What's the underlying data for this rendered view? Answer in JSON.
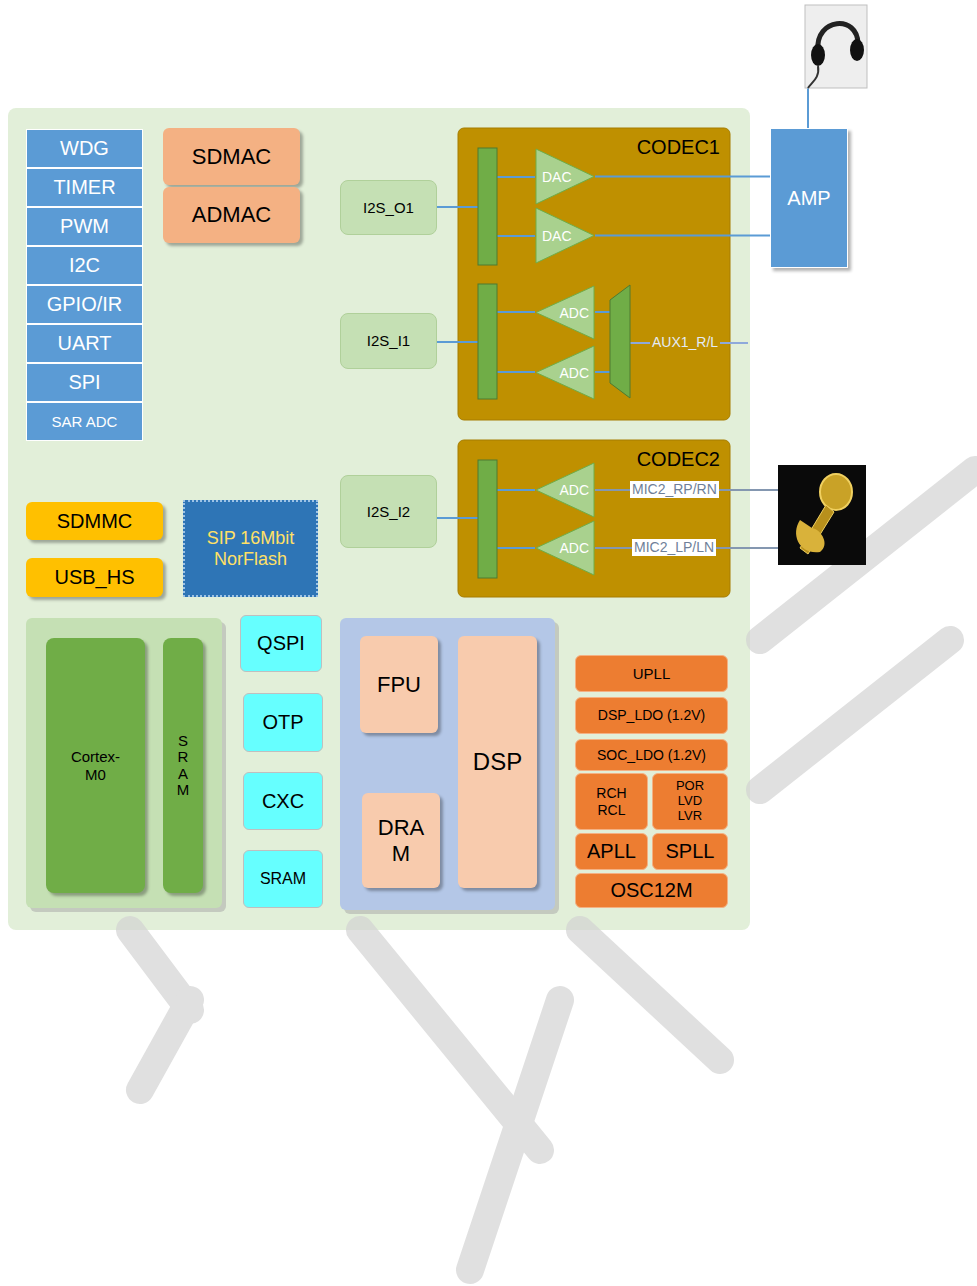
{
  "diagram": {
    "nodes": [
      {
        "text": [
          "WDG"
        ]
      },
      {
        "text": [
          "TIMER"
        ]
      },
      {
        "text": [
          "PWM"
        ]
      },
      {
        "text": [
          "I2C"
        ]
      },
      {
        "text": [
          "GPIO/IR"
        ]
      },
      {
        "text": [
          "UART"
        ]
      },
      {
        "text": [
          "SPI"
        ]
      },
      {
        "text": [
          "SAR ADC"
        ]
      },
      {
        "text": [
          "SDMAC"
        ]
      },
      {
        "text": [
          "ADMAC"
        ]
      },
      {
        "text": [
          "I2S_O1"
        ]
      },
      {
        "text": [
          "CODEC1"
        ]
      },
      {
        "text": [
          "DAC"
        ],
        "in": 11
      },
      {
        "text": [
          "DAC"
        ],
        "in": 11
      },
      {
        "text": [
          "AMP"
        ]
      },
      {
        "text": [
          "I2S_I1"
        ]
      },
      {
        "text": [
          "ADC"
        ],
        "in": 11
      },
      {
        "text": [
          "ADC"
        ],
        "in": 11
      },
      {
        "text": [
          "CODEC2"
        ]
      },
      {
        "text": [
          "ADC"
        ],
        "in": 18
      },
      {
        "text": [
          "ADC"
        ],
        "in": 18
      },
      {
        "text": [
          "I2S_I2"
        ]
      },
      {
        "text": [
          "SDMMC"
        ]
      },
      {
        "text": [
          "USB_HS"
        ]
      },
      {
        "text": [
          "SIP 16Mbit NorFlash"
        ]
      },
      {
        "text": [
          "Cortex-M0"
        ]
      },
      {
        "text": [
          "SRAM"
        ]
      },
      {
        "text": [
          "QSPI"
        ]
      },
      {
        "text": [
          "OTP"
        ]
      },
      {
        "text": [
          "CXC"
        ]
      },
      {
        "text": [
          "SRAM"
        ]
      },
      {
        "text": [
          "FPU"
        ]
      },
      {
        "text": [
          "DSP"
        ]
      },
      {
        "text": [
          "DRAM"
        ]
      },
      {
        "text": [
          "UPLL"
        ]
      },
      {
        "text": [
          "DSP_LDO (1.2V)"
        ]
      },
      {
        "text": [
          "SOC_LDO (1.2V)"
        ]
      },
      {
        "text": [
          "RCH RCL"
        ]
      },
      {
        "text": [
          "POR LVD LVR"
        ]
      },
      {
        "text": [
          "APLL"
        ]
      },
      {
        "text": [
          "SPLL"
        ]
      },
      {
        "text": [
          "OSC12M"
        ]
      }
    ],
    "edges": [
      {
        "from": 12,
        "to": 14,
        "arrow": "none"
      },
      {
        "from": 13,
        "to": 14,
        "arrow": "none"
      }
    ],
    "labels": [
      "AUX1_R/L",
      "MIC2_RP/RN",
      "MIC2_LP/LN"
    ]
  }
}
